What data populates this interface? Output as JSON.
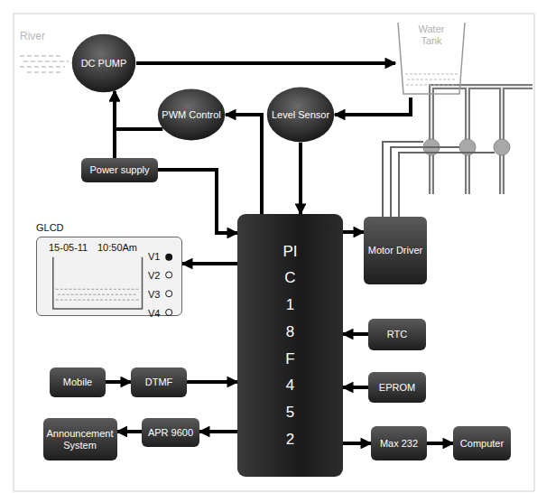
{
  "diagram": {
    "nodes": [
      {
        "text": [
          "DC PUMP"
        ]
      },
      {
        "text": [
          "Water Tank"
        ]
      },
      {
        "text": [
          "PWM Control"
        ]
      },
      {
        "text": [
          "Level Sensor"
        ]
      },
      {
        "text": [
          "Power supply"
        ]
      },
      {
        "text": [
          "GLCD",
          "15-05-11",
          "10:50Am",
          "V1",
          "V2",
          "V3",
          "V4"
        ]
      },
      {
        "text": [
          "PIC18F452"
        ]
      },
      {
        "text": [
          "Motor Driver"
        ]
      },
      {
        "text": [
          "RTC"
        ]
      },
      {
        "text": [
          "EPROM"
        ]
      },
      {
        "text": [
          "Mobile"
        ]
      },
      {
        "text": [
          "DTMF"
        ]
      },
      {
        "text": [
          "Max 232"
        ]
      },
      {
        "text": [
          "Computer"
        ]
      },
      {
        "text": [
          "Announcement System"
        ]
      },
      {
        "text": [
          "APR 9600"
        ]
      }
    ],
    "edges": [
      {
        "from": 0,
        "to": 1,
        "arrow": "to"
      },
      {
        "from": 1,
        "to": 3,
        "arrow": "to"
      },
      {
        "from": 3,
        "to": 6,
        "arrow": "to"
      },
      {
        "from": 6,
        "to": 2,
        "arrow": "to"
      },
      {
        "from": 4,
        "to": 0,
        "arrow": "to"
      },
      {
        "from": 2,
        "to": 0,
        "arrow": "to"
      },
      {
        "from": 4,
        "to": 6,
        "arrow": "to"
      },
      {
        "from": 6,
        "to": 5,
        "arrow": "to"
      },
      {
        "from": 6,
        "to": 7,
        "arrow": "to"
      },
      {
        "from": 8,
        "to": 6,
        "arrow": "to"
      },
      {
        "from": 9,
        "to": 6,
        "arrow": "to"
      },
      {
        "from": 6,
        "to": 12,
        "arrow": "to"
      },
      {
        "from": 12,
        "to": 13,
        "arrow": "to"
      },
      {
        "from": 10,
        "to": 11,
        "arrow": "to"
      },
      {
        "from": 11,
        "to": 6,
        "arrow": "to"
      },
      {
        "from": 6,
        "to": 15,
        "arrow": "to"
      },
      {
        "from": 15,
        "to": 14,
        "arrow": "to"
      }
    ],
    "labels": [
      "River"
    ]
  }
}
